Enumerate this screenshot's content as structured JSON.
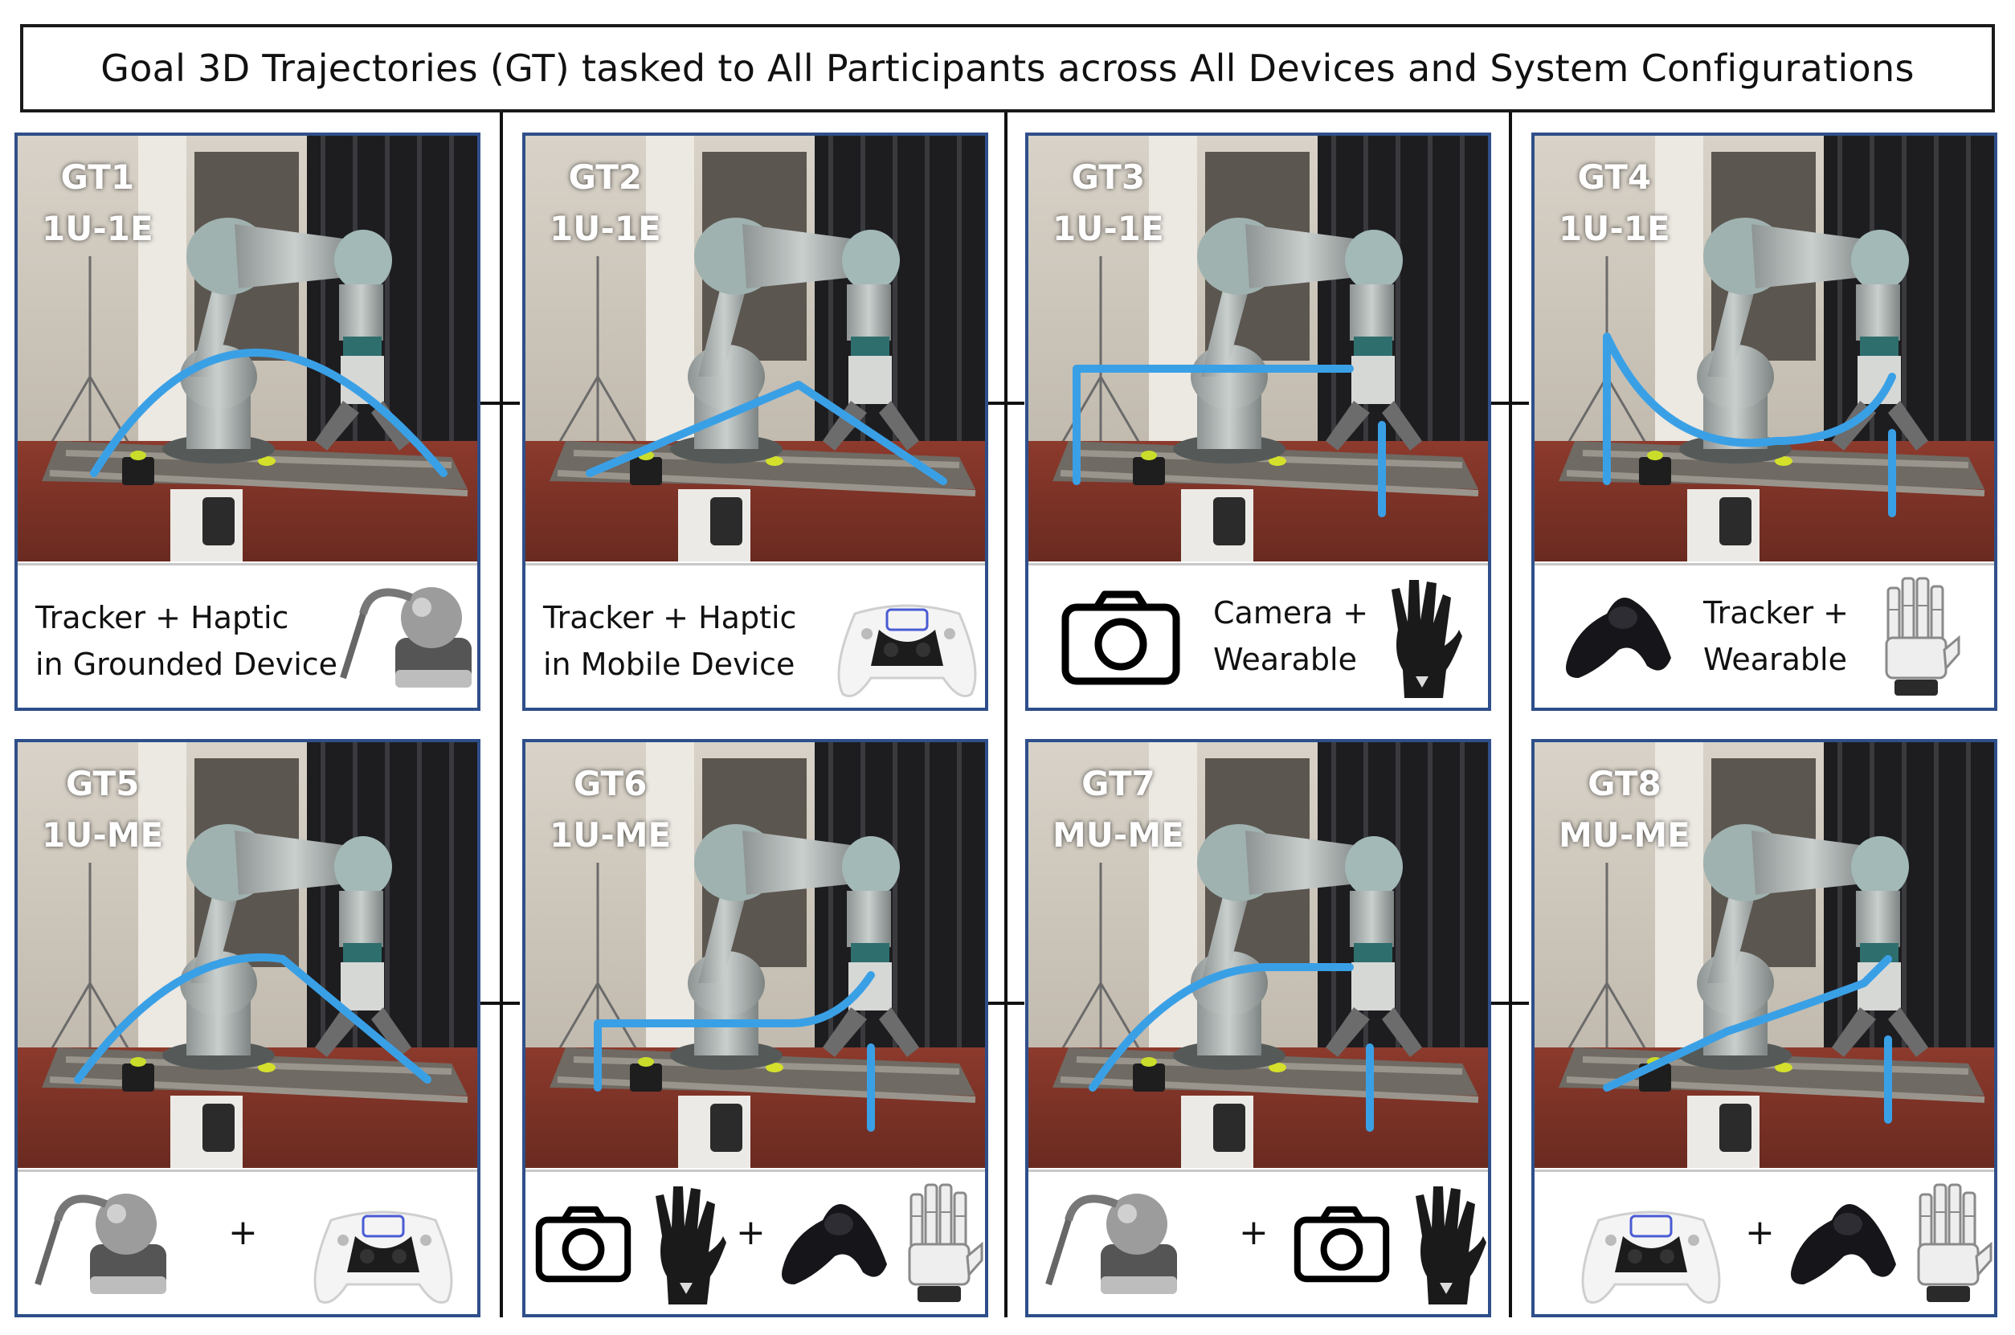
{
  "figure": {
    "title": "Goal 3D Trajectories (GT) tasked to All Participants across All Devices and System Configurations"
  },
  "colors": {
    "trajectory": "#3aa0e6",
    "panel_border": "#2f4f8a"
  },
  "panels": [
    {
      "gt": "GT1",
      "config": "1U-1E",
      "caption_line1": "Tracker + Haptic",
      "caption_line2": "in Grounded Device",
      "devices": [
        "haptic-device-icon"
      ]
    },
    {
      "gt": "GT2",
      "config": "1U-1E",
      "caption_line1": "Tracker + Haptic",
      "caption_line2": "in Mobile Device",
      "devices": [
        "game-controller-icon"
      ]
    },
    {
      "gt": "GT3",
      "config": "1U-1E",
      "caption_line1": "Camera +",
      "caption_line2": "Wearable",
      "devices": [
        "camera-icon",
        "glove-icon"
      ]
    },
    {
      "gt": "GT4",
      "config": "1U-1E",
      "caption_line1": "Tracker +",
      "caption_line2": "Wearable",
      "devices": [
        "vr-tracker-icon",
        "exoskeleton-glove-icon"
      ]
    },
    {
      "gt": "GT5",
      "config": "1U-ME",
      "plus": "+",
      "devices": [
        "haptic-device-icon",
        "game-controller-icon"
      ]
    },
    {
      "gt": "GT6",
      "config": "1U-ME",
      "plus": "+",
      "devices": [
        "camera-icon",
        "glove-icon",
        "vr-tracker-icon",
        "exoskeleton-glove-icon"
      ]
    },
    {
      "gt": "GT7",
      "config": "MU-ME",
      "plus": "+",
      "devices": [
        "haptic-device-icon",
        "camera-icon",
        "glove-icon"
      ]
    },
    {
      "gt": "GT8",
      "config": "MU-ME",
      "plus": "+",
      "devices": [
        "game-controller-icon",
        "vr-tracker-icon",
        "exoskeleton-glove-icon"
      ]
    }
  ]
}
